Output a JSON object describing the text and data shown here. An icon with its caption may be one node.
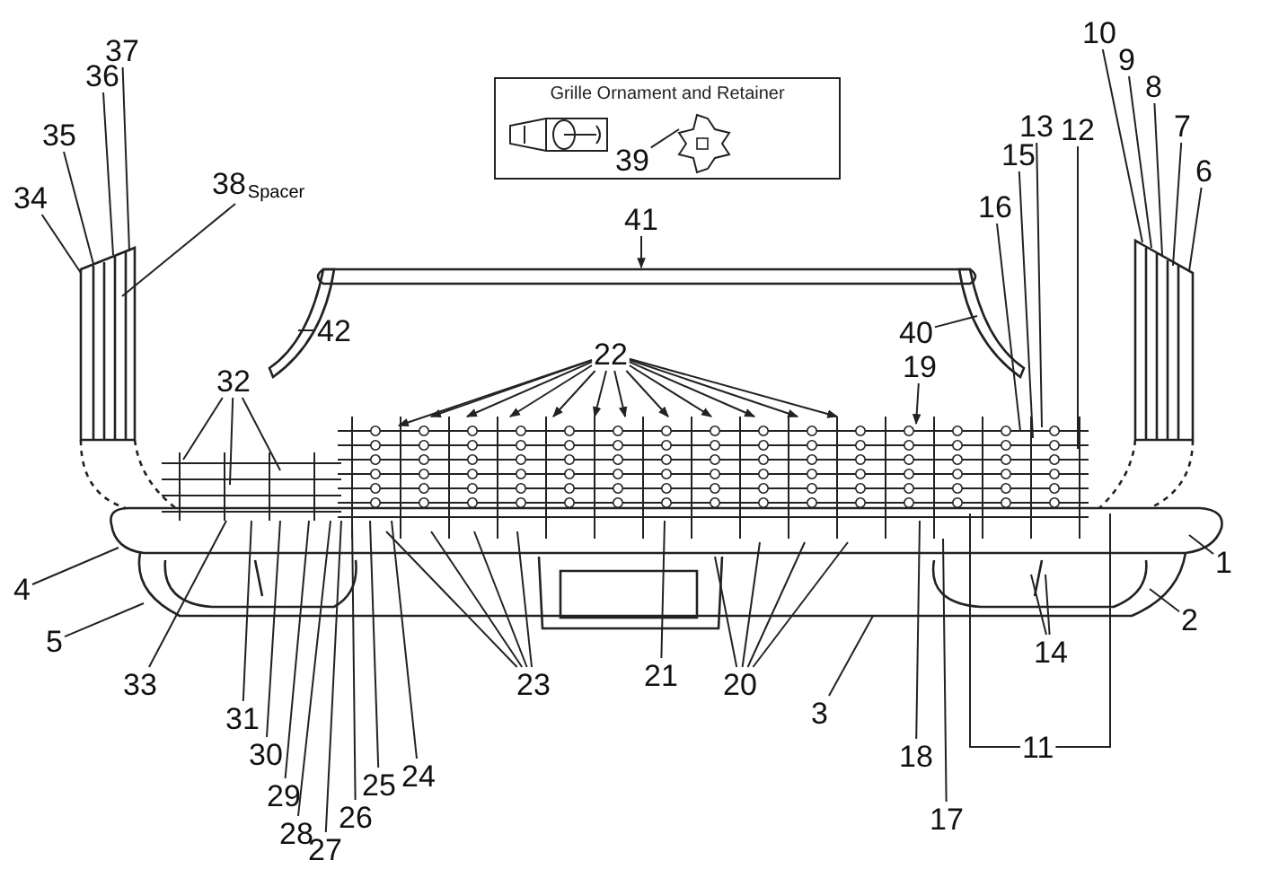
{
  "diagram": {
    "nodes": [
      {
        "text": [
          "Grille Ornament and Retainer"
        ]
      },
      {
        "text": [
          "39"
        ],
        "in": 0
      },
      {
        "text": [
          "10"
        ]
      },
      {
        "text": [
          "37"
        ]
      },
      {
        "text": [
          "9"
        ]
      },
      {
        "text": [
          "36"
        ]
      },
      {
        "text": [
          "8"
        ]
      },
      {
        "text": [
          "35"
        ]
      },
      {
        "text": [
          "7"
        ]
      },
      {
        "text": [
          "13"
        ]
      },
      {
        "text": [
          "12"
        ]
      },
      {
        "text": [
          "15"
        ]
      },
      {
        "text": [
          "6"
        ]
      },
      {
        "text": [
          "38",
          "Spacer"
        ]
      },
      {
        "text": [
          "34"
        ]
      },
      {
        "text": [
          "16"
        ]
      },
      {
        "text": [
          "41"
        ]
      },
      {
        "text": [
          "42"
        ]
      },
      {
        "text": [
          "40"
        ]
      },
      {
        "text": [
          "22"
        ]
      },
      {
        "text": [
          "19"
        ]
      },
      {
        "text": [
          "32"
        ]
      },
      {
        "text": [
          "1"
        ]
      },
      {
        "text": [
          "4"
        ]
      },
      {
        "text": [
          "2"
        ]
      },
      {
        "text": [
          "5"
        ]
      },
      {
        "text": [
          "14"
        ]
      },
      {
        "text": [
          "21"
        ]
      },
      {
        "text": [
          "33"
        ]
      },
      {
        "text": [
          "20"
        ]
      },
      {
        "text": [
          "23"
        ]
      },
      {
        "text": [
          "3"
        ]
      },
      {
        "text": [
          "31"
        ]
      },
      {
        "text": [
          "11"
        ]
      },
      {
        "text": [
          "30"
        ]
      },
      {
        "text": [
          "18"
        ]
      },
      {
        "text": [
          "24"
        ]
      },
      {
        "text": [
          "25"
        ]
      },
      {
        "text": [
          "29"
        ]
      },
      {
        "text": [
          "26"
        ]
      },
      {
        "text": [
          "28"
        ]
      },
      {
        "text": [
          "17"
        ]
      },
      {
        "text": [
          "27"
        ]
      }
    ],
    "edges": [
      {
        "from": 1,
        "to": null,
        "arrow": "none"
      },
      {
        "from": 2,
        "to": null,
        "arrow": "none"
      },
      {
        "from": 3,
        "to": null,
        "arrow": "none"
      },
      {
        "from": 4,
        "to": null,
        "arrow": "none"
      },
      {
        "from": 5,
        "to": null,
        "arrow": "none"
      },
      {
        "from": 6,
        "to": null,
        "arrow": "none"
      },
      {
        "from": 7,
        "to": null,
        "arrow": "none"
      },
      {
        "from": 8,
        "to": null,
        "arrow": "none"
      },
      {
        "from": 9,
        "to": null,
        "arrow": "none"
      },
      {
        "from": 10,
        "to": null,
        "arrow": "none"
      },
      {
        "from": 11,
        "to": null,
        "arrow": "none"
      },
      {
        "from": 12,
        "to": null,
        "arrow": "none"
      },
      {
        "from": 13,
        "to": null,
        "arrow": "none"
      },
      {
        "from": 14,
        "to": null,
        "arrow": "none"
      },
      {
        "from": 15,
        "to": null,
        "arrow": "none"
      },
      {
        "from": 16,
        "to": null,
        "arrow": "to"
      },
      {
        "from": 17,
        "to": null,
        "arrow": "none"
      },
      {
        "from": 18,
        "to": null,
        "arrow": "none"
      },
      {
        "from": 19,
        "to": null,
        "arrow": "to"
      },
      {
        "from": 19,
        "to": null,
        "arrow": "to"
      },
      {
        "from": 19,
        "to": null,
        "arrow": "to"
      },
      {
        "from": 19,
        "to": null,
        "arrow": "to"
      },
      {
        "from": 19,
        "to": null,
        "arrow": "to"
      },
      {
        "from": 19,
        "to": null,
        "arrow": "to"
      },
      {
        "from": 19,
        "to": null,
        "arrow": "to"
      },
      {
        "from": 19,
        "to": null,
        "arrow": "to"
      },
      {
        "from": 19,
        "to": null,
        "arrow": "to"
      },
      {
        "from": 19,
        "to": null,
        "arrow": "to"
      },
      {
        "from": 19,
        "to": null,
        "arrow": "to"
      },
      {
        "from": 19,
        "to": null,
        "arrow": "to"
      },
      {
        "from": 20,
        "to": null,
        "arrow": "to"
      },
      {
        "from": 21,
        "to": null,
        "arrow": "none"
      },
      {
        "from": 21,
        "to": null,
        "arrow": "none"
      },
      {
        "from": 21,
        "to": null,
        "arrow": "none"
      },
      {
        "from": 22,
        "to": null,
        "arrow": "none"
      },
      {
        "from": 23,
        "to": null,
        "arrow": "none"
      },
      {
        "from": 24,
        "to": null,
        "arrow": "none"
      },
      {
        "from": 25,
        "to": null,
        "arrow": "none"
      },
      {
        "from": 26,
        "to": null,
        "arrow": "none"
      },
      {
        "from": 26,
        "to": null,
        "arrow": "none"
      },
      {
        "from": 27,
        "to": null,
        "arrow": "none"
      },
      {
        "from": 28,
        "to": null,
        "arrow": "none"
      },
      {
        "from": 29,
        "to": null,
        "arrow": "none"
      },
      {
        "from": 29,
        "to": null,
        "arrow": "none"
      },
      {
        "from": 29,
        "to": null,
        "arrow": "none"
      },
      {
        "from": 29,
        "to": null,
        "arrow": "none"
      },
      {
        "from": 30,
        "to": null,
        "arrow": "none"
      },
      {
        "from": 30,
        "to": null,
        "arrow": "none"
      },
      {
        "from": 30,
        "to": null,
        "arrow": "none"
      },
      {
        "from": 30,
        "to": null,
        "arrow": "none"
      },
      {
        "from": 31,
        "to": null,
        "arrow": "none"
      },
      {
        "from": 32,
        "to": null,
        "arrow": "none"
      },
      {
        "from": 33,
        "to": null,
        "arrow": "none"
      },
      {
        "from": 33,
        "to": null,
        "arrow": "none"
      },
      {
        "from": 34,
        "to": null,
        "arrow": "none"
      },
      {
        "from": 35,
        "to": null,
        "arrow": "none"
      },
      {
        "from": 36,
        "to": null,
        "arrow": "none"
      },
      {
        "from": 37,
        "to": null,
        "arrow": "none"
      },
      {
        "from": 38,
        "to": null,
        "arrow": "none"
      },
      {
        "from": 39,
        "to": null,
        "arrow": "none"
      },
      {
        "from": 40,
        "to": null,
        "arrow": "none"
      },
      {
        "from": 41,
        "to": null,
        "arrow": "none"
      },
      {
        "from": 42,
        "to": null,
        "arrow": "none"
      }
    ]
  }
}
